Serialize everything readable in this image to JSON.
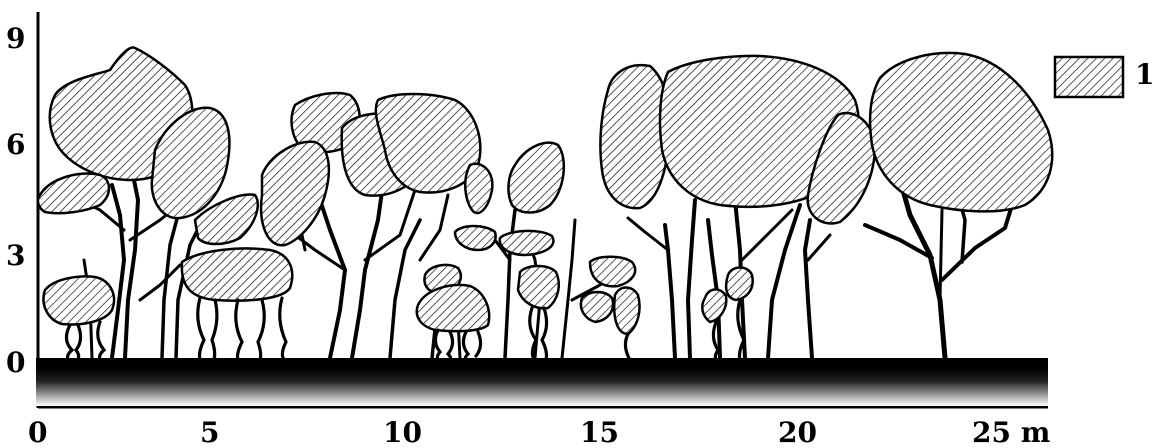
{
  "axes": {
    "y_ticks": [
      "9",
      "6",
      "3",
      "0"
    ],
    "x_ticks": [
      "0",
      "5",
      "10",
      "15",
      "20",
      "25 m"
    ]
  },
  "legend": {
    "label": "1"
  },
  "colors": {
    "ink": "#000000",
    "paper": "#ffffff"
  }
}
